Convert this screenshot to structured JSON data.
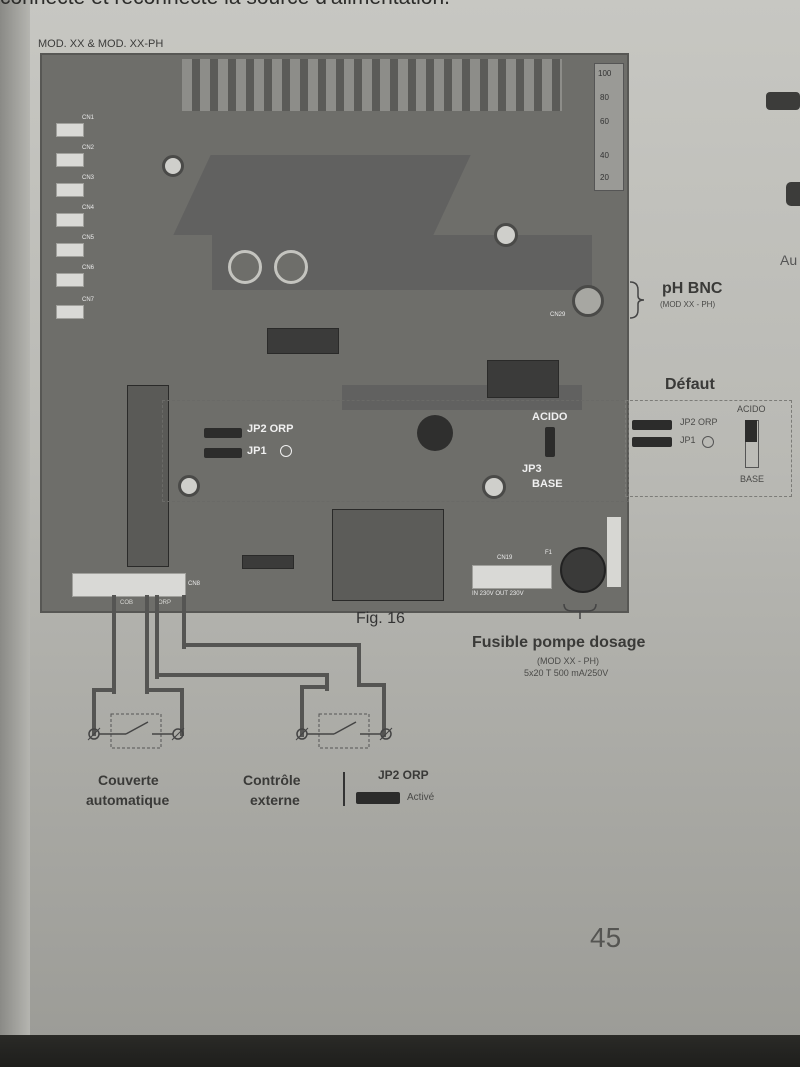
{
  "header_text": "connecte et reconnecte la source d'alimentation.",
  "model_label": "MOD. XX & MOD. XX-PH",
  "board": {
    "scale_labels": [
      "100",
      "80",
      "60",
      "40",
      "20"
    ],
    "left_connectors": [
      "CN1",
      "CN2",
      "CN3",
      "CN4",
      "CN5",
      "CN6",
      "CN7"
    ],
    "jp2_label": "JP2 ORP",
    "jp1_label": "JP1",
    "acido_label": "ACIDO",
    "jp3_label": "JP3",
    "base_label": "BASE",
    "cn29_label": "CN29",
    "cn19_label": "CN19",
    "f1_label": "F1",
    "cn19_sub": "IN 230V OUT 230V",
    "cn8_label": "CN8",
    "cn8_cob": "COB",
    "cn8_orp": "ORP"
  },
  "figure_caption": "Fig. 16",
  "ph_bnc": {
    "title": "pH BNC",
    "sub": "(MOD XX - PH)"
  },
  "defaut": {
    "title": "Défaut",
    "jp2": "JP2 ORP",
    "jp1": "JP1",
    "acido": "ACIDO",
    "base": "BASE"
  },
  "fuse": {
    "title": "Fusible pompe dosage",
    "sub1": "(MOD XX - PH)",
    "sub2": "5x20 T 500 mA/250V"
  },
  "switch1": {
    "line1": "Couverte",
    "line2": "automatique"
  },
  "switch2": {
    "line1": "Contrôle",
    "line2": "externe"
  },
  "jp2_active": {
    "title": "JP2 ORP",
    "state": "Activé"
  },
  "page_number": "45",
  "right_edge": {
    "fragment": "Au"
  }
}
